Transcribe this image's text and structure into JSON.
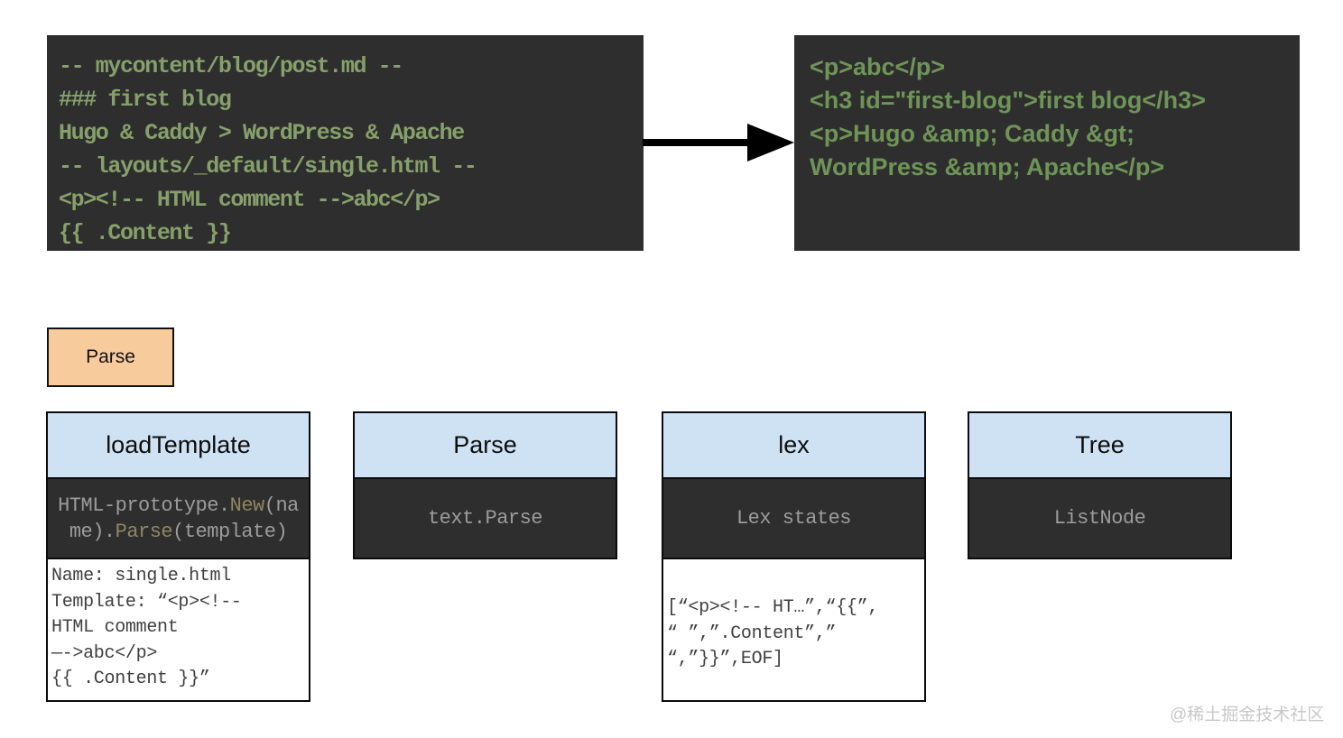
{
  "source_block": {
    "lines": [
      "-- mycontent/blog/post.md --",
      "### first blog",
      "Hugo & Caddy > WordPress & Apache",
      "-- layouts/_default/single.html --",
      "<p><!-- HTML comment -->abc</p>",
      "{{ .Content }}"
    ]
  },
  "output_block": {
    "lines": [
      "<p>abc</p>",
      "<h3 id=\"first-blog\">first blog</h3>",
      "<p>Hugo &amp; Caddy &gt;",
      "WordPress &amp; Apache</p>"
    ]
  },
  "flow_label": {
    "label": "Parse"
  },
  "stages": [
    {
      "title": "loadTemplate",
      "code_lines": [
        {
          "segments": [
            {
              "text": "HTML-prototype."
            },
            {
              "text": "New"
            },
            {
              "text": "(na"
            }
          ]
        },
        {
          "segments": [
            {
              "text": "me)."
            },
            {
              "text": "Parse"
            },
            {
              "text": "(template)"
            }
          ]
        }
      ],
      "detail_lines": [
        "Name: single.html",
        "Template: “<p><!--",
        "HTML comment",
        "—->abc</p>",
        "{{ .Content }}”"
      ]
    },
    {
      "title": "Parse",
      "code": "text.Parse"
    },
    {
      "title": "lex",
      "code": "Lex states",
      "detail_lines": [
        "[“<p><!-- HT…”,“{{”,",
        "“ ”,”.Content”,”",
        "“,”}}”,EOF]"
      ]
    },
    {
      "title": "Tree",
      "code": "ListNode"
    }
  ],
  "watermark": "@稀土掘金技术社区",
  "colors": {
    "code_bg": "#2e2e2e",
    "source_text": "#87a06b",
    "output_text": "#6f9458",
    "header_bg": "#cfe2f3",
    "accent_orange": "#f8cb9d",
    "code_gray": "#9c9c9c",
    "code_olive": "#8e8760",
    "detail_text": "#3f3f3f",
    "watermark_gray": "#c8c8c8"
  }
}
